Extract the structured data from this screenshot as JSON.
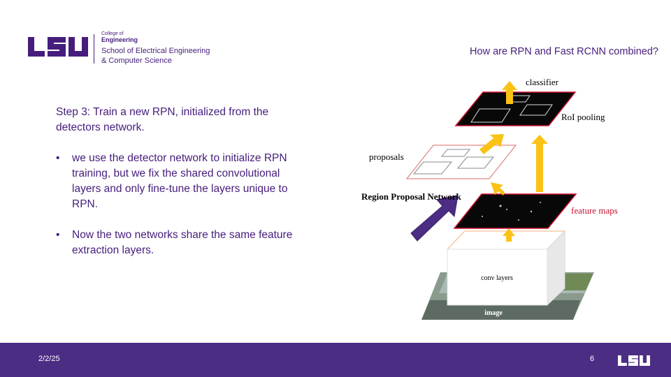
{
  "header": {
    "logo_text": "LSU",
    "college_of": "College of",
    "engineering": "Engineering",
    "school_line1": "School of Electrical Engineering",
    "school_line2": "& Computer Science"
  },
  "question": "How are RPN and Fast RCNN combined?",
  "content": {
    "step": "Step 3: Train a new RPN, initialized from the detectors network.",
    "bullet_glyph": "•",
    "bullets": [
      "we use the detector network to initialize RPN training, but we fix the shared convolutional layers and only fine-tune the layers unique to RPN.",
      "Now the two networks share the same feature extraction layers."
    ]
  },
  "diagram": {
    "classifier": "classifier",
    "roi_pooling": "RoI pooling",
    "proposals": "proposals",
    "rpn": "Region Proposal Network",
    "feature_maps": "feature maps",
    "conv_layers": "conv layers",
    "image": "image"
  },
  "footer": {
    "date": "2/2/25",
    "page": "6",
    "logo_text": "LSU"
  },
  "colors": {
    "purple": "#461d7c",
    "footer_bg": "#4c2d84",
    "arrow_yellow": "#fbc216",
    "map_red": "#c8102e"
  }
}
